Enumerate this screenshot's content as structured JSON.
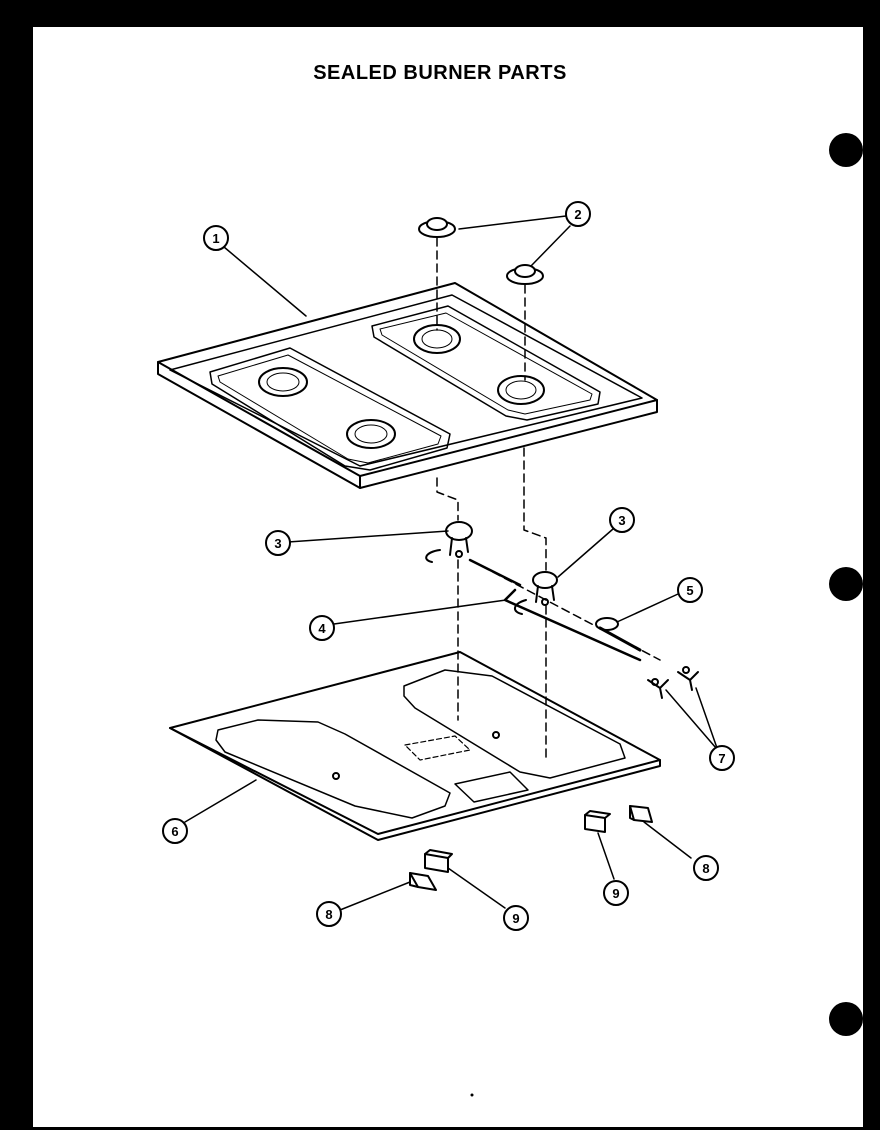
{
  "title": "SEALED BURNER PARTS",
  "callouts": [
    {
      "id": "c1",
      "label": "1"
    },
    {
      "id": "c2",
      "label": "2"
    },
    {
      "id": "c3a",
      "label": "3"
    },
    {
      "id": "c3b",
      "label": "3"
    },
    {
      "id": "c4",
      "label": "4"
    },
    {
      "id": "c5",
      "label": "5"
    },
    {
      "id": "c6",
      "label": "6"
    },
    {
      "id": "c7",
      "label": "7"
    },
    {
      "id": "c8a",
      "label": "8"
    },
    {
      "id": "c8b",
      "label": "8"
    },
    {
      "id": "c9a",
      "label": "9"
    },
    {
      "id": "c9b",
      "label": "9"
    }
  ],
  "colors": {
    "ink": "#000000",
    "paper": "#ffffff",
    "background": "#000000"
  }
}
